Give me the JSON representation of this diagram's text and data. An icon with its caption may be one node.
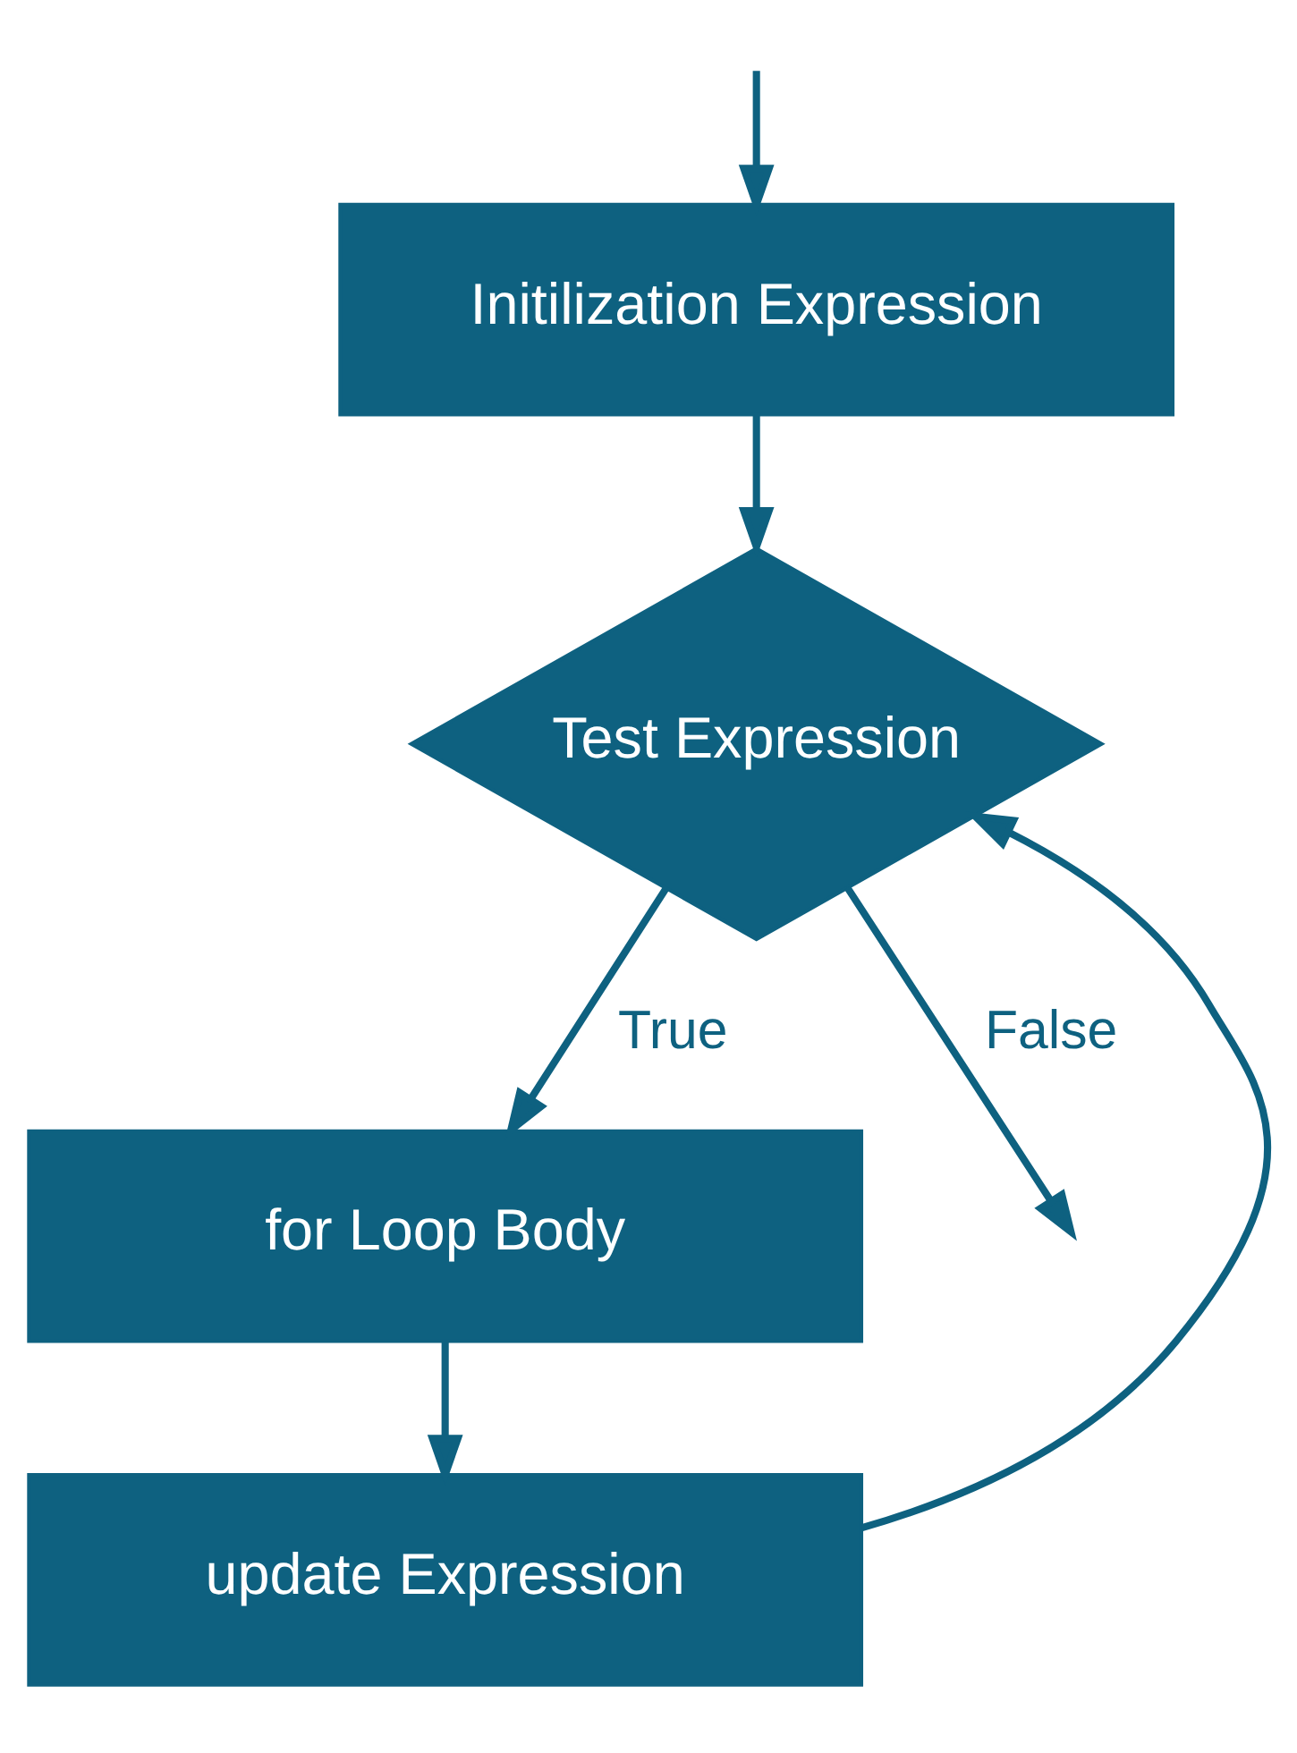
{
  "diagram": {
    "nodes": [
      {
        "text": [
          "Initilization Expression"
        ]
      },
      {
        "text": [
          "Test Expression"
        ]
      },
      {
        "text": [
          "for Loop Body"
        ]
      },
      {
        "text": [
          "update Expression"
        ]
      }
    ],
    "edges": [
      {
        "from": null,
        "to": 0,
        "arrow": "to"
      },
      {
        "from": 0,
        "to": 1,
        "arrow": "to"
      },
      {
        "from": 1,
        "to": 2,
        "label": "True",
        "arrow": "to"
      },
      {
        "from": 2,
        "to": 3,
        "arrow": "to"
      },
      {
        "from": 3,
        "to": 1,
        "arrow": "to"
      },
      {
        "from": 1,
        "to": null,
        "label": "False",
        "arrow": "to"
      }
    ]
  }
}
